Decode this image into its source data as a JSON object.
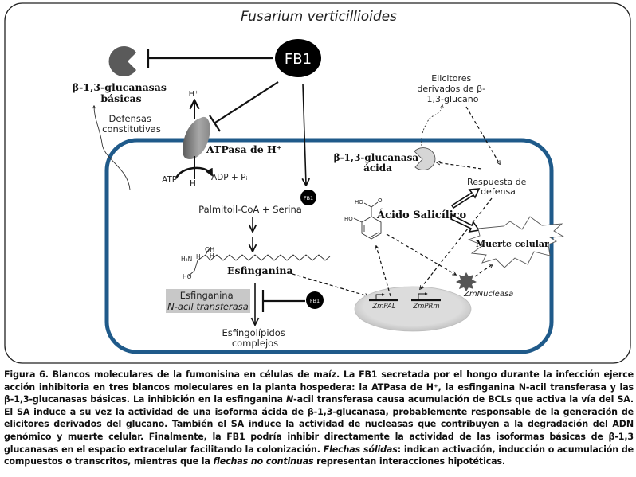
{
  "diagram": {
    "organism_title": "Fusarium verticillioides",
    "fb1_main": "FB1",
    "fb1_small": "FB1",
    "basic_glucanase": [
      "β-1,3-glucanasas",
      "básicas"
    ],
    "constitutive_defenses": [
      "Defensas",
      "constitutivas"
    ],
    "h_plus_out": "H⁺",
    "atpase_label": "ATPasa de H⁺",
    "atp": "ATP",
    "h_plus_in": "H⁺",
    "adp_pi": "ADP + Pᵢ",
    "elicitors": [
      "Elicitores",
      "derivados de β-",
      "1,3-glucano"
    ],
    "acid_glucanase": [
      "β-1,3-glucanasa",
      "ácida"
    ],
    "defense_response": [
      "Respuesta de",
      "defensa"
    ],
    "salicylic_acid": "Ácido Salicílico",
    "sa_ho1": "HO",
    "sa_o": "O",
    "sa_ho2": "HO",
    "cell_death": "Muerte celular",
    "palmitoyl": "Palmitoil-CoA + Serina",
    "sphinganine": "Esfinganina",
    "sph_oh": "OH",
    "sph_h2n": "H₂N",
    "sph_h1": "H",
    "sph_h2": "H",
    "sph_ho": "HO",
    "transferase": [
      "Esfinganina",
      "N-acil transferasa"
    ],
    "complex_sphingolipids": [
      "Esfingolípidos",
      "complejos"
    ],
    "gene_pal": "ZmPAL",
    "gene_prm": "ZmPRm",
    "nuclease": "ZmNucleasa",
    "colors": {
      "membrane": "#1f5a8a",
      "fb1": "#000000",
      "glucanase_basic": "#5a5a5a",
      "glucanase_acid": "#d6d6d6",
      "nucleus": "#d9d9d9",
      "transferase_box": "#c8c8c8",
      "nuclease": "#555555"
    }
  },
  "caption": {
    "figure_label": "Figura 6.",
    "p1": " Blancos moleculares de la fumonisina en células de maíz. La FB1 secretada por el hongo durante la infección ejerce acción inhibitoria en tres blancos moleculares en la planta hospedera: la ATPasa de H⁺, la esfinganina N-acil transferasa y las β-1,3-glucanasas básicas. La inhibición en la esfinganina ",
    "p1_italic": "N",
    "p2": "-acil transferasa causa acumulación de BCLs que activa la vía del SA. El SA induce a su vez la actividad de una isoforma ácida de β-1,3-glucanasa, probablemente responsable de la generación de elicitores derivados del glucano. También el SA induce la actividad de nucleasas que contribuyen a la degradación del ADN genómico y muerte celular. Finalmente, la FB1 podría inhibir directamente la actividad de las isoformas básicas de β-1,3 glucanasas en el espacio extracelular facilitando la colonización. ",
    "solid_label": "Flechas sólidas",
    "p3": ": indican activación, inducción o acumulación de compuestos o transcritos, mientras que la ",
    "dashed_label": "flechas no continuas",
    "p4": " representan interacciones hipotéticas."
  }
}
